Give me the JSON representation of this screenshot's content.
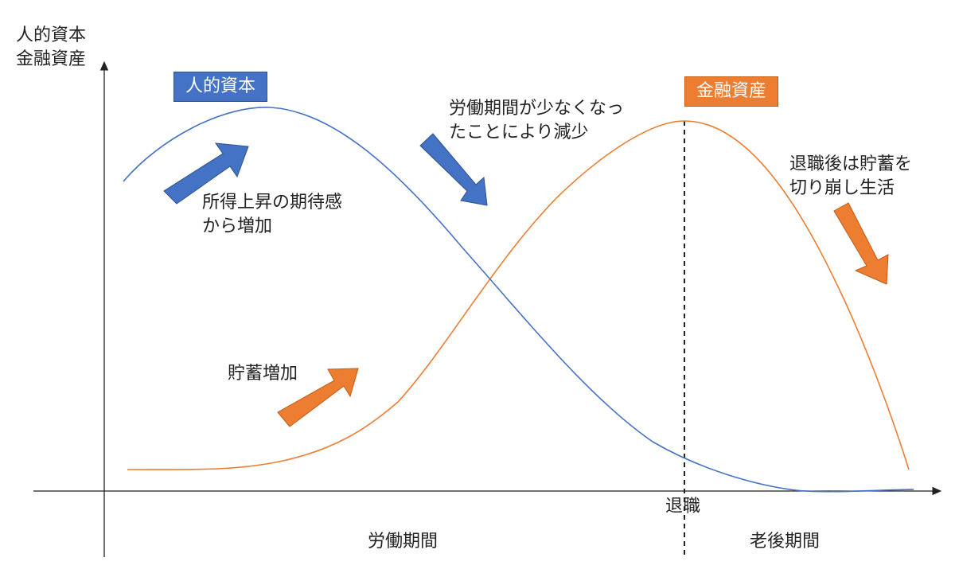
{
  "y_axis_title": [
    "人的資本",
    "金融資産"
  ],
  "series_labels": {
    "human_capital": "人的資本",
    "financial_assets": "金融資産"
  },
  "annotations": {
    "human_capital_rise": [
      "所得上昇の期待感",
      "から増加"
    ],
    "human_capital_fall": [
      "労働期間が少なくなっ",
      "たことにより減少"
    ],
    "financial_assets_rise": [
      "貯蓄増加"
    ],
    "financial_assets_fall": [
      "退職後は貯蓄を",
      "切り崩し生活"
    ]
  },
  "x_axis": {
    "marker_label": "退職",
    "period_working": "労働期間",
    "period_retirement": "老後期間"
  },
  "colors": {
    "human_capital": "#4472C4",
    "financial_assets": "#ED7D31",
    "axis": "#222222"
  }
}
